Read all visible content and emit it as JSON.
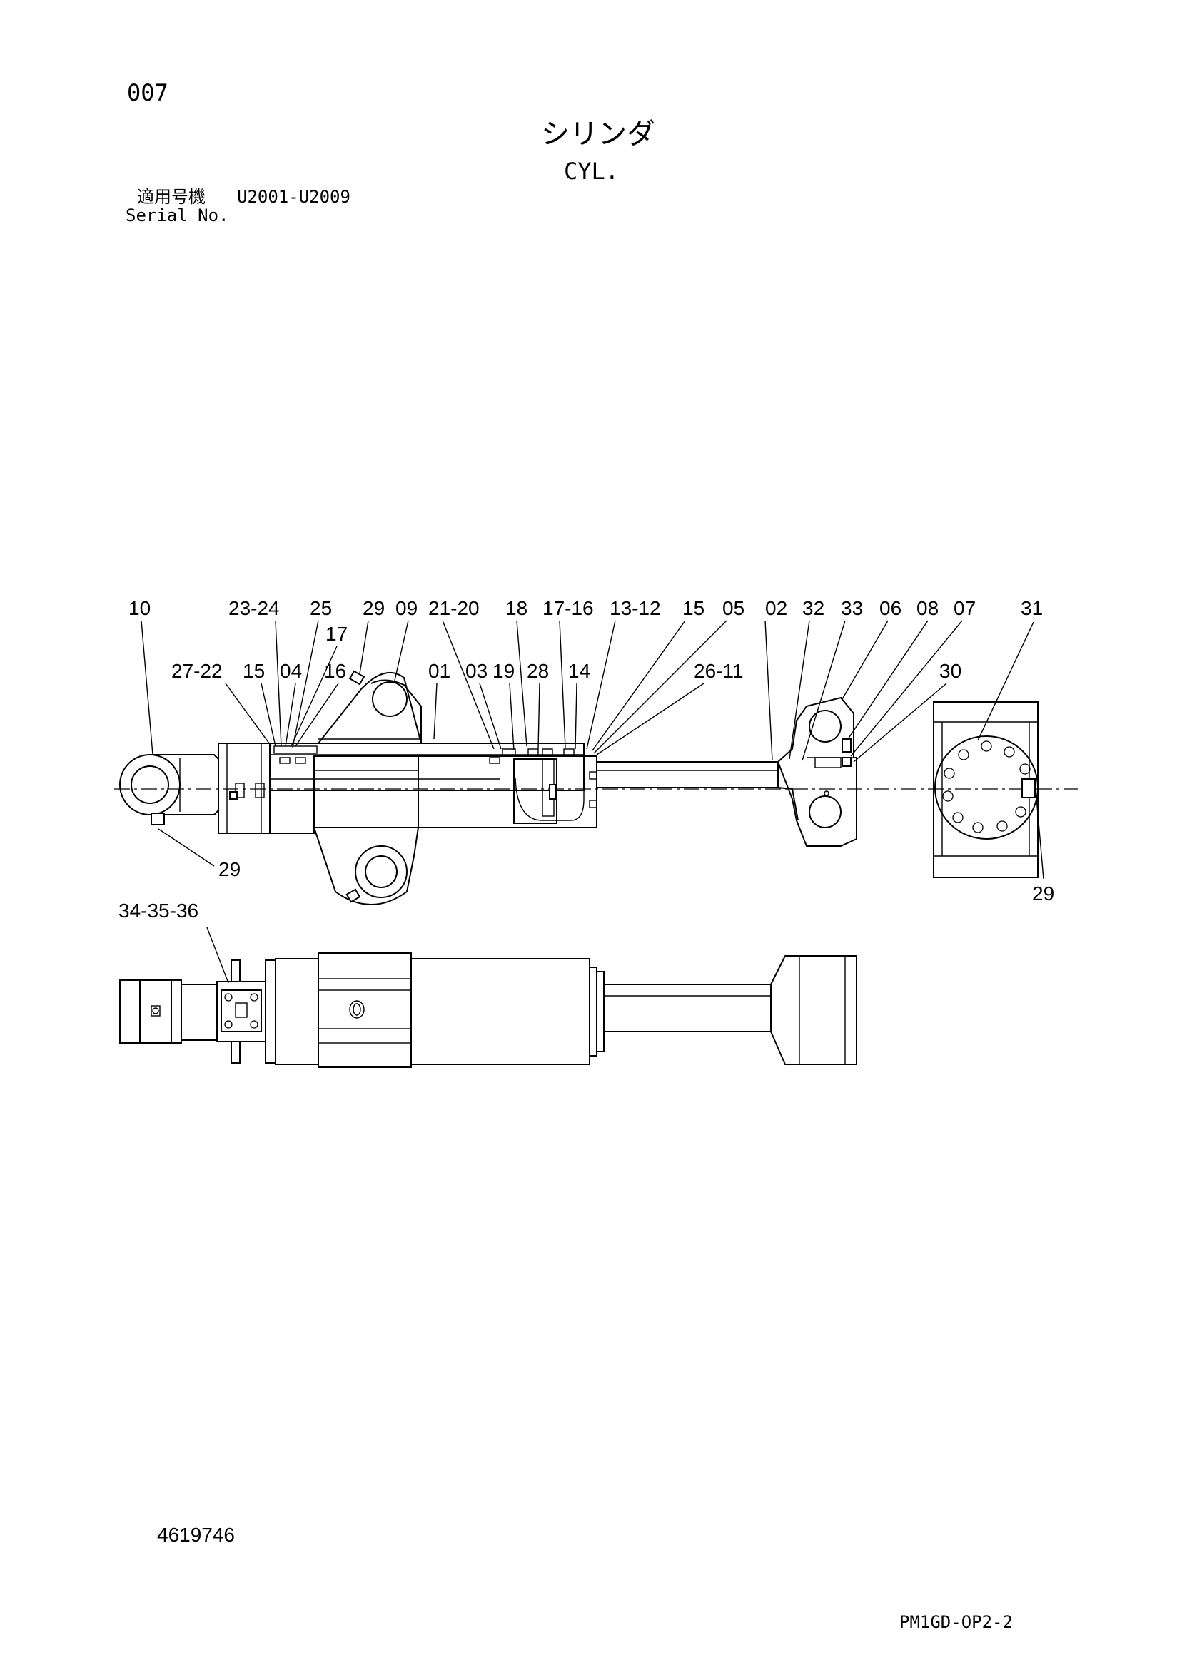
{
  "header": {
    "page_no": "007",
    "title_jp": "シリンダ",
    "title_en": "CYL.",
    "serial_label_jp": "適用号機",
    "serial_range": "U2001-U2009",
    "serial_label_en": "Serial No."
  },
  "callouts": {
    "c10": "10",
    "c23_24": "23-24",
    "c25": "25",
    "c29a": "29",
    "c09": "09",
    "c21_20": "21-20",
    "c18": "18",
    "c17_16": "17-16",
    "c13_12": "13-12",
    "c15a": "15",
    "c05": "05",
    "c02": "02",
    "c32": "32",
    "c33": "33",
    "c06": "06",
    "c08": "08",
    "c07": "07",
    "c31": "31",
    "c17": "17",
    "c27_22": "27-22",
    "c15b": "15",
    "c04": "04",
    "c16": "16",
    "c01": "01",
    "c03": "03",
    "c19": "19",
    "c28": "28",
    "c14": "14",
    "c26_11": "26-11",
    "c30": "30",
    "c29b": "29",
    "c29c": "29",
    "c34_35_36": "34-35-36"
  },
  "footer": {
    "drawing_no": "4619746",
    "sheet_code": "PM1GD-OP2-2"
  }
}
